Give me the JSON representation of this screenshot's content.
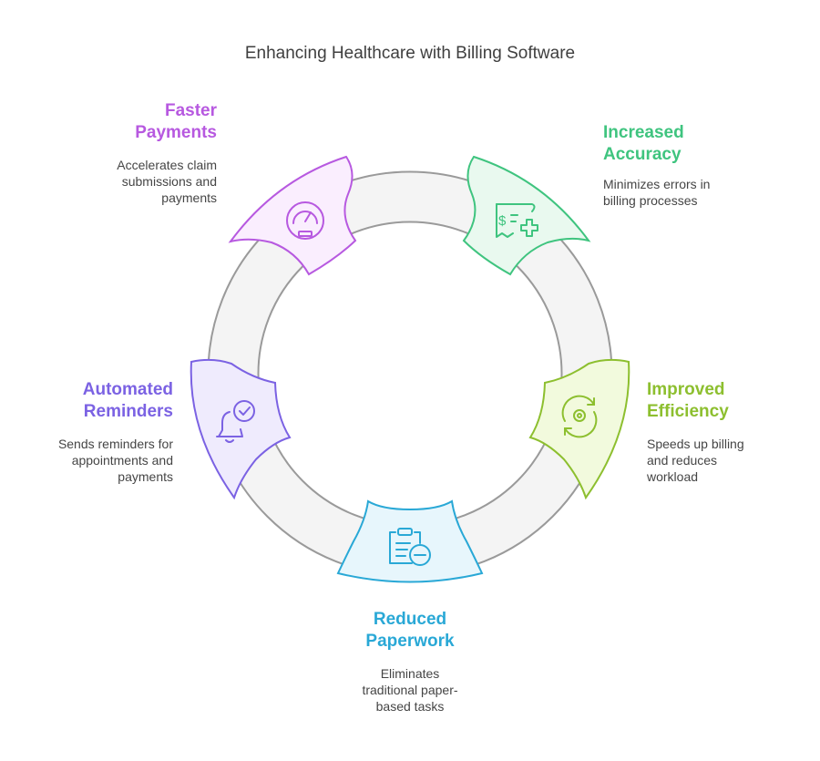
{
  "title": "Enhancing Healthcare with Billing Software",
  "colors": {
    "ring_fill": "#f4f4f4",
    "ring_stroke": "#9a9a9a",
    "faster_payments": "#b759e0",
    "increased_accuracy": "#3fc47f",
    "improved_efficiency": "#8dbf2f",
    "reduced_paperwork": "#29a8d6",
    "automated_reminders": "#7b62e3"
  },
  "steps": [
    {
      "key": "faster_payments",
      "heading_lines": [
        "Faster",
        "Payments"
      ],
      "desc_lines": [
        "Accelerates claim",
        "submissions and",
        "payments"
      ],
      "icon": "speedometer-icon"
    },
    {
      "key": "increased_accuracy",
      "heading_lines": [
        "Increased",
        "Accuracy"
      ],
      "desc_lines": [
        "Minimizes errors in",
        "billing processes"
      ],
      "icon": "medical-bill-icon"
    },
    {
      "key": "improved_efficiency",
      "heading_lines": [
        "Improved",
        "Efficiency"
      ],
      "desc_lines": [
        "Speeds up billing",
        "and reduces",
        "workload"
      ],
      "icon": "gear-refresh-icon"
    },
    {
      "key": "reduced_paperwork",
      "heading_lines": [
        "Reduced",
        "Paperwork"
      ],
      "desc_lines": [
        "Eliminates",
        "traditional paper-",
        "based tasks"
      ],
      "icon": "clipboard-minus-icon"
    },
    {
      "key": "automated_reminders",
      "heading_lines": [
        "Automated",
        "Reminders"
      ],
      "desc_lines": [
        "Sends reminders for",
        "appointments and",
        "payments"
      ],
      "icon": "bell-check-icon"
    }
  ]
}
